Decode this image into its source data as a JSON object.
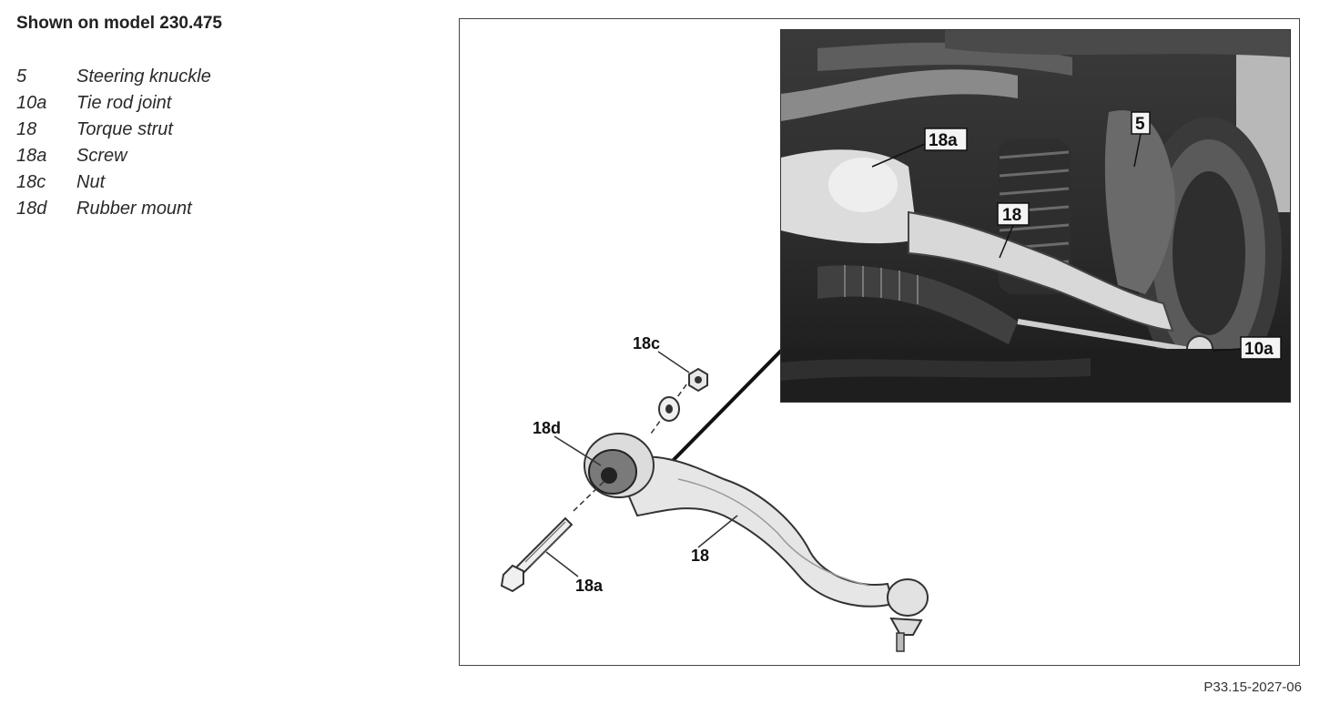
{
  "heading": "Shown on model 230.475",
  "legend": [
    {
      "num": "5",
      "desc": "Steering knuckle"
    },
    {
      "num": "10a",
      "desc": "Tie rod joint"
    },
    {
      "num": "18",
      "desc": "Torque strut"
    },
    {
      "num": "18a",
      "desc": "Screw"
    },
    {
      "num": "18c",
      "desc": "Nut"
    },
    {
      "num": "18d",
      "desc": "Rubber mount"
    }
  ],
  "figure": {
    "photo_labels": {
      "l18a": "18a",
      "l5": "5",
      "l18": "18",
      "l10a": "10a"
    },
    "drawing_labels": {
      "l18c": "18c",
      "l18d": "18d",
      "l18": "18",
      "l18a": "18a"
    }
  },
  "figure_number": "P33.15-2027-06"
}
